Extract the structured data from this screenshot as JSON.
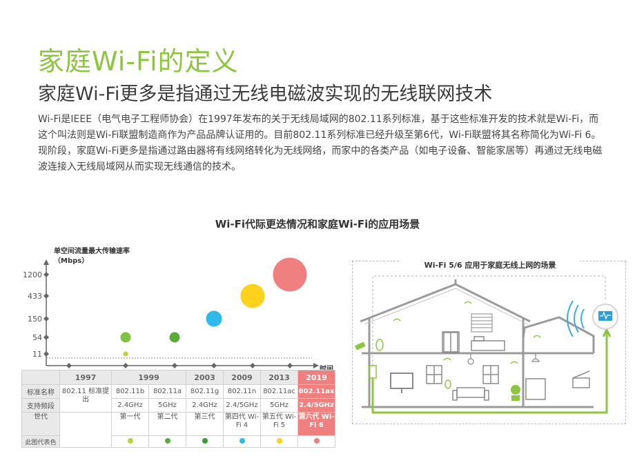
{
  "header": {
    "title": "家庭Wi-Fi的定义",
    "subtitle": "家庭Wi-Fi更多是指通过无线电磁波实现的无线联网技术"
  },
  "body": {
    "para1": "Wi-Fi是IEEE（电气电子工程师协会）在1997年发布的关于无线局域网的802.11系列标准，基于这些标准开发的技术就是Wi-Fi，而这个叫法则是Wi-Fi联盟制造商作为产品品牌认证用的。目前802.11系列标准已经升级至第6代，Wi-Fi联盟将其名称简化为Wi-Fi 6。",
    "para2": "现阶段，家庭Wi-Fi更多是指通过路由器将有线网络转化为无线网络，而家中的各类产品（如电子设备、智能家居等）再通过无线电磁波连接入无线局域网从而实现无线通信的技术。"
  },
  "chart_data": {
    "type": "scatter",
    "title": "Wi-Fi代际更迭情况和家庭Wi-Fi的应用场景",
    "ylabel": "单空间流量最大传输速率（Mbps）",
    "xlabel": "时间",
    "y_ticks": [
      "1200",
      "433",
      "150",
      "54",
      "11"
    ],
    "categories": [
      "1997",
      "1999",
      "2003",
      "2009",
      "2013",
      "2019"
    ],
    "points": [
      {
        "x": "1999",
        "y": 11,
        "color": "#b5d53b",
        "size": "small"
      },
      {
        "x": "1999",
        "y": 54,
        "color": "#7fc341",
        "size": "medium"
      },
      {
        "x": "2003",
        "y": 54,
        "color": "#5aab3e",
        "size": "medium"
      },
      {
        "x": "2009",
        "y": 150,
        "color": "#2fb8ea",
        "size": "large"
      },
      {
        "x": "2013",
        "y": 433,
        "color": "#fcd21c",
        "size": "xlarge"
      },
      {
        "x": "2019",
        "y": 1200,
        "color": "#f0807f",
        "size": "xxlarge"
      }
    ],
    "grid": false,
    "legend": "none"
  },
  "table": {
    "years": [
      "1997",
      "1999",
      "2003",
      "2009",
      "2013",
      "2019"
    ],
    "rows": [
      {
        "label": "标准名称",
        "cells": [
          "802.11b",
          "802.11a",
          "802.11g",
          "802.11n",
          "802.11ac",
          "802.11ax"
        ]
      },
      {
        "label": "支持频段",
        "cells": [
          "2.4GHz",
          "5GHz",
          "2.4GHz",
          "2.4/5GHz",
          "5GHz",
          "2.4/5GHz"
        ]
      }
    ],
    "std_1997": "802.11 标准提出",
    "gen_label": "世代",
    "gens": [
      "第一代",
      "第二代",
      "第三代",
      "第四代 Wi-Fi 4",
      "第五代 Wi-Fi 5",
      "第六代 Wi-Fi 6"
    ],
    "color_label": "此图代表色",
    "gen_colors": [
      "#b5d53b",
      "#5aab3e",
      "#3d9a3a",
      "#2fb8ea",
      "#fcd21c",
      "#f0807f"
    ]
  },
  "scene": {
    "title": "Wi-Fi 5/6 应用于家庭无线上网的场景"
  },
  "colors": {
    "accent": "#8cc63f",
    "highlight": "#f0807f",
    "signal": "#8cc63f"
  }
}
